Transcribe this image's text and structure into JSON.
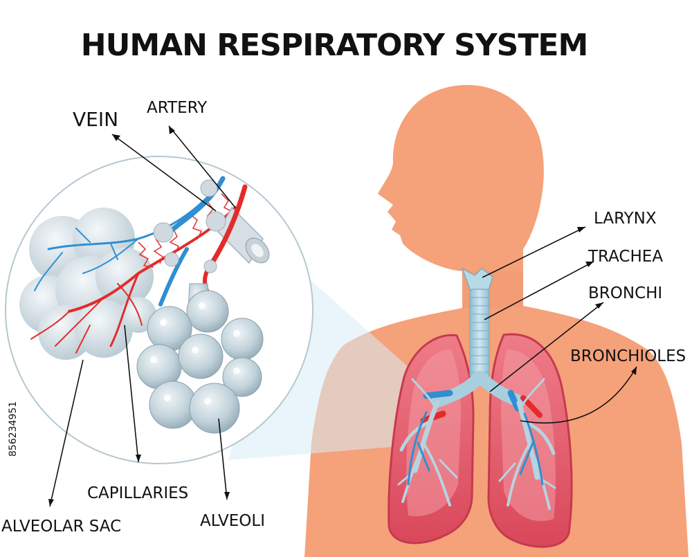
{
  "title": "HUMAN RESPIRATORY SYSTEM",
  "labels": {
    "vein": "VEIN",
    "artery": "ARTERY",
    "larynx": "LARYNX",
    "trachea": "TRACHEA",
    "bronchi": "BRONCHI",
    "bronchioles": "BRONCHIOLES",
    "capillaries": "CAPILLARIES",
    "alveolar_sac": "ALVEOLAR SAC",
    "alveoli": "ALVEOLI"
  },
  "watermark_id": "856234951",
  "colors": {
    "skin": "#f5a17a",
    "lung": "#e45a6c",
    "lung_inner": "#f08c96",
    "airway": "#a9cfdf",
    "vein": "#2f8fd2",
    "artery": "#e32b2b",
    "alveoli": "#c6d6de",
    "ink": "#111111"
  }
}
